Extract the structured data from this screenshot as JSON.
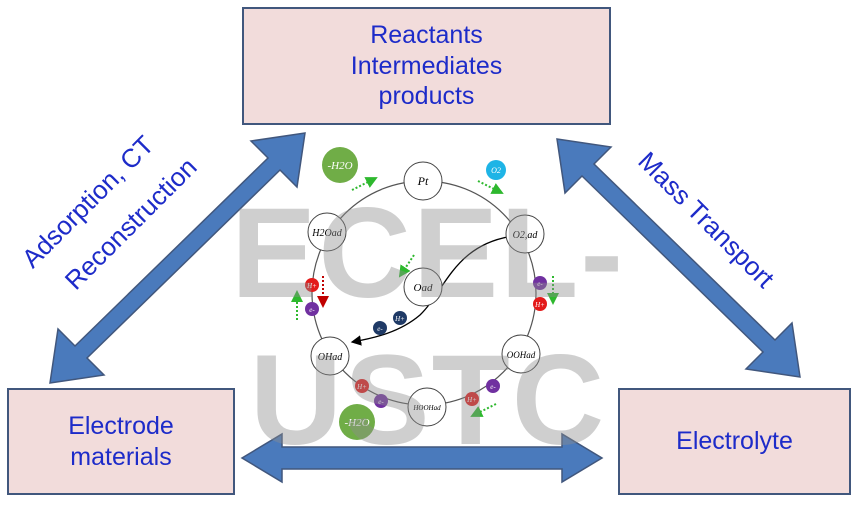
{
  "boxes": {
    "top": [
      "Reactants",
      "Intermediates",
      "products"
    ],
    "left": [
      "Electrode",
      "materials"
    ],
    "right": [
      "Electrolyte"
    ]
  },
  "arrow_labels": {
    "left": [
      "Adsorption, CT",
      "Reconstruction"
    ],
    "right": "Mass Transport"
  },
  "watermark": "ECEL-USTC",
  "cycle": {
    "pt": "Pt",
    "o2ad": "O2,ad",
    "oad": "Oad",
    "ooh": "OOHad",
    "hooh": "HOOHad",
    "oh": "OHad",
    "h2o": "H2Oad",
    "o2": "O2",
    "minus_h2o_top": "-H2O",
    "minus_h2o_bottom": "-H2O",
    "h_plus": "H+",
    "e_minus": "e-"
  },
  "colors": {
    "box_fill": "#f2dcdb",
    "box_border": "#41577d",
    "text_blue": "#1d2bc9",
    "arrow_blue": "#4a7abc",
    "green": "#70ad47",
    "proton_red": "#e31a1a",
    "electron_purple": "#7030a0",
    "o2_cyan": "#1eb4e6",
    "electron_navy": "#1f3a66"
  }
}
